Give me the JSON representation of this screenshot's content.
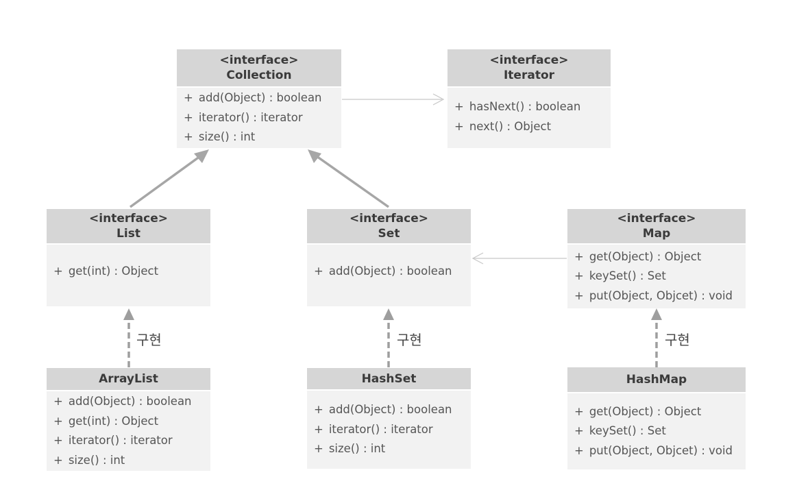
{
  "colors": {
    "header_bg": "#d6d6d6",
    "body_bg": "#f2f2f2",
    "text": "#555555",
    "arrow_solid": "#a6a6a6",
    "arrow_dashed": "#9e9e9e",
    "arrow_thin": "#c8c8c8"
  },
  "boxes": {
    "collection": {
      "stereotype": "<interface>",
      "name": "Collection",
      "ops": [
        {
          "sign": "+",
          "text": "add(Object)  : boolean"
        },
        {
          "sign": "+",
          "text": "iterator() : iterator"
        },
        {
          "sign": "+",
          "text": "size() : int"
        }
      ]
    },
    "iterator": {
      "stereotype": "<interface>",
      "name": "Iterator",
      "ops": [
        {
          "sign": "+",
          "text": "hasNext() : boolean"
        },
        {
          "sign": "+",
          "text": "next() : Object"
        }
      ]
    },
    "list": {
      "stereotype": "<interface>",
      "name": "List",
      "ops": [
        {
          "sign": "+",
          "text": "get(int) : Object"
        }
      ]
    },
    "set": {
      "stereotype": "<interface>",
      "name": "Set",
      "ops": [
        {
          "sign": "+",
          "text": "add(Object)  : boolean"
        }
      ]
    },
    "map": {
      "stereotype": "<interface>",
      "name": "Map",
      "ops": [
        {
          "sign": "+",
          "text": "get(Object) : Object"
        },
        {
          "sign": "+",
          "text": "keySet() : Set"
        },
        {
          "sign": "+",
          "text": "put(Object,  Objcet) : void"
        }
      ]
    },
    "arraylist": {
      "name": "ArrayList",
      "ops": [
        {
          "sign": "+",
          "text": "add(Object)  : boolean"
        },
        {
          "sign": "+",
          "text": "get(int) : Object"
        },
        {
          "sign": "+",
          "text": "iterator() : iterator"
        },
        {
          "sign": "+",
          "text": "size() : int"
        }
      ]
    },
    "hashset": {
      "name": "HashSet",
      "ops": [
        {
          "sign": "+",
          "text": "add(Object)  : boolean"
        },
        {
          "sign": "+",
          "text": "iterator() : iterator"
        },
        {
          "sign": "+",
          "text": "size() : int"
        }
      ]
    },
    "hashmap": {
      "name": "HashMap",
      "ops": [
        {
          "sign": "+",
          "text": "get(Object) : Object"
        },
        {
          "sign": "+",
          "text": "keySet() : Set"
        },
        {
          "sign": "+",
          "text": "put(Object,  Objcet) : void"
        }
      ]
    }
  },
  "edge_labels": {
    "arraylist_list": "구현",
    "hashset_set": "구현",
    "hashmap_map": "구현"
  }
}
